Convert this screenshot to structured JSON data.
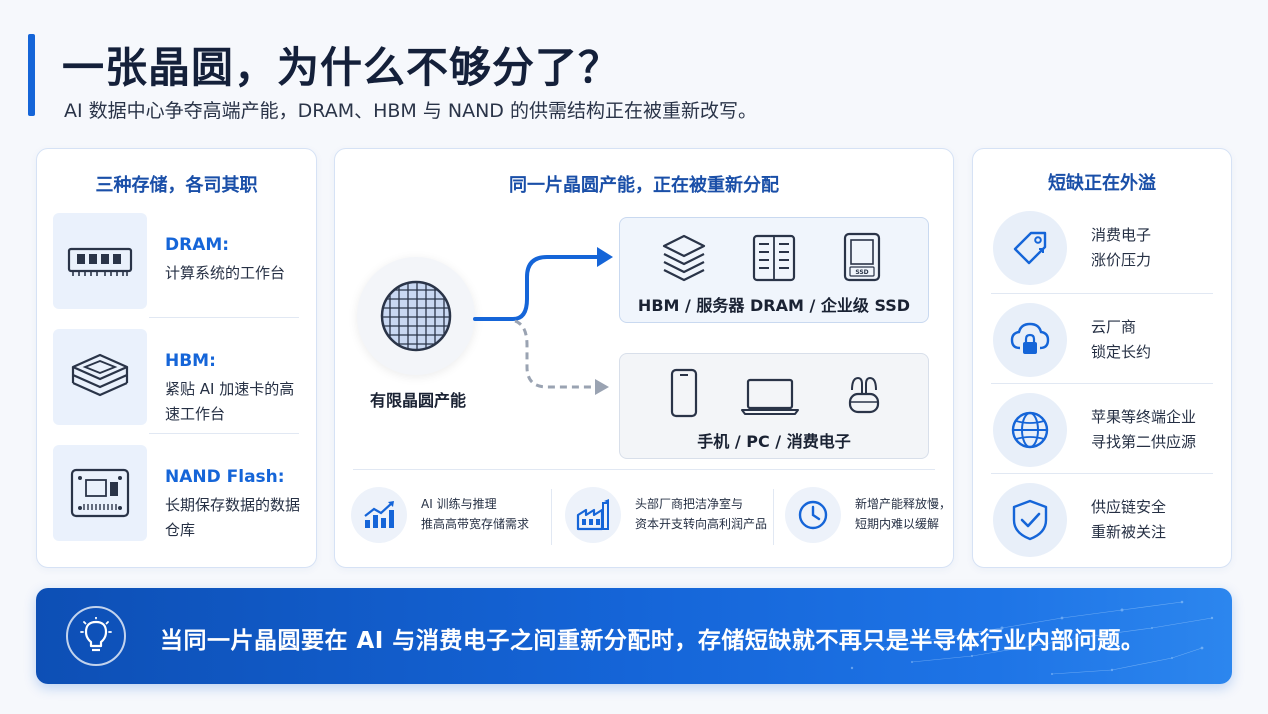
{
  "header": {
    "title": "一张晶圆，为什么不够分了？",
    "subtitle": "AI 数据中心争夺高端产能，DRAM、HBM 与 NAND 的供需结构正在被重新改写。"
  },
  "left_panel": {
    "title": "三种存储，各司其职",
    "items": [
      {
        "name": "DRAM:",
        "desc": "计算系统的工作台",
        "icon": "ram-module-icon"
      },
      {
        "name": "HBM:",
        "desc": "紧贴 AI 加速卡的高速工作台",
        "icon": "stacked-chip-icon"
      },
      {
        "name": "NAND Flash:",
        "desc": "长期保存数据的数据仓库",
        "icon": "ssd-drive-icon"
      }
    ]
  },
  "center_panel": {
    "title": "同一片晶圆产能，正在被重新分配",
    "wafer_label": "有限晶圆产能",
    "outputs": [
      {
        "label": "HBM / 服务器 DRAM / 企业级 SSD",
        "icons": [
          "layers-icon",
          "server-rack-icon",
          "ssd-icon"
        ]
      },
      {
        "label": "手机 / PC / 消费电子",
        "icons": [
          "phone-icon",
          "laptop-icon",
          "earbuds-icon"
        ]
      }
    ],
    "ssd_icon_text": "SSD",
    "drivers": [
      {
        "line1": "AI 训练与推理",
        "line2": "推高高带宽存储需求",
        "icon": "growth-chart-icon"
      },
      {
        "line1": "头部厂商把洁净室与",
        "line2": "资本开支转向高利润产品",
        "icon": "factory-icon"
      },
      {
        "line1": "新增产能释放慢，",
        "line2": "短期内难以缓解",
        "icon": "clock-icon"
      }
    ],
    "colors": {
      "primary_arrow": "#1565d8",
      "secondary_arrow": "#9aa3b2"
    }
  },
  "right_panel": {
    "title": "短缺正在外溢",
    "items": [
      {
        "line1": "消费电子",
        "line2": "涨价压力",
        "icon": "price-tag-icon"
      },
      {
        "line1": "云厂商",
        "line2": "锁定长约",
        "icon": "cloud-lock-icon"
      },
      {
        "line1": "苹果等终端企业",
        "line2": "寻找第二供应源",
        "icon": "globe-icon"
      },
      {
        "line1": "供应链安全",
        "line2": "重新被关注",
        "icon": "shield-check-icon"
      }
    ]
  },
  "banner": {
    "text": "当同一片晶圆要在 AI 与消费电子之间重新分配时，存储短缺就不再只是半导体行业内部问题。",
    "icon": "lightbulb-icon"
  },
  "colors": {
    "accent": "#1565d8",
    "title_blue": "#1a4fa8",
    "banner_start": "#0d4fb5",
    "banner_end": "#2c86ee"
  }
}
